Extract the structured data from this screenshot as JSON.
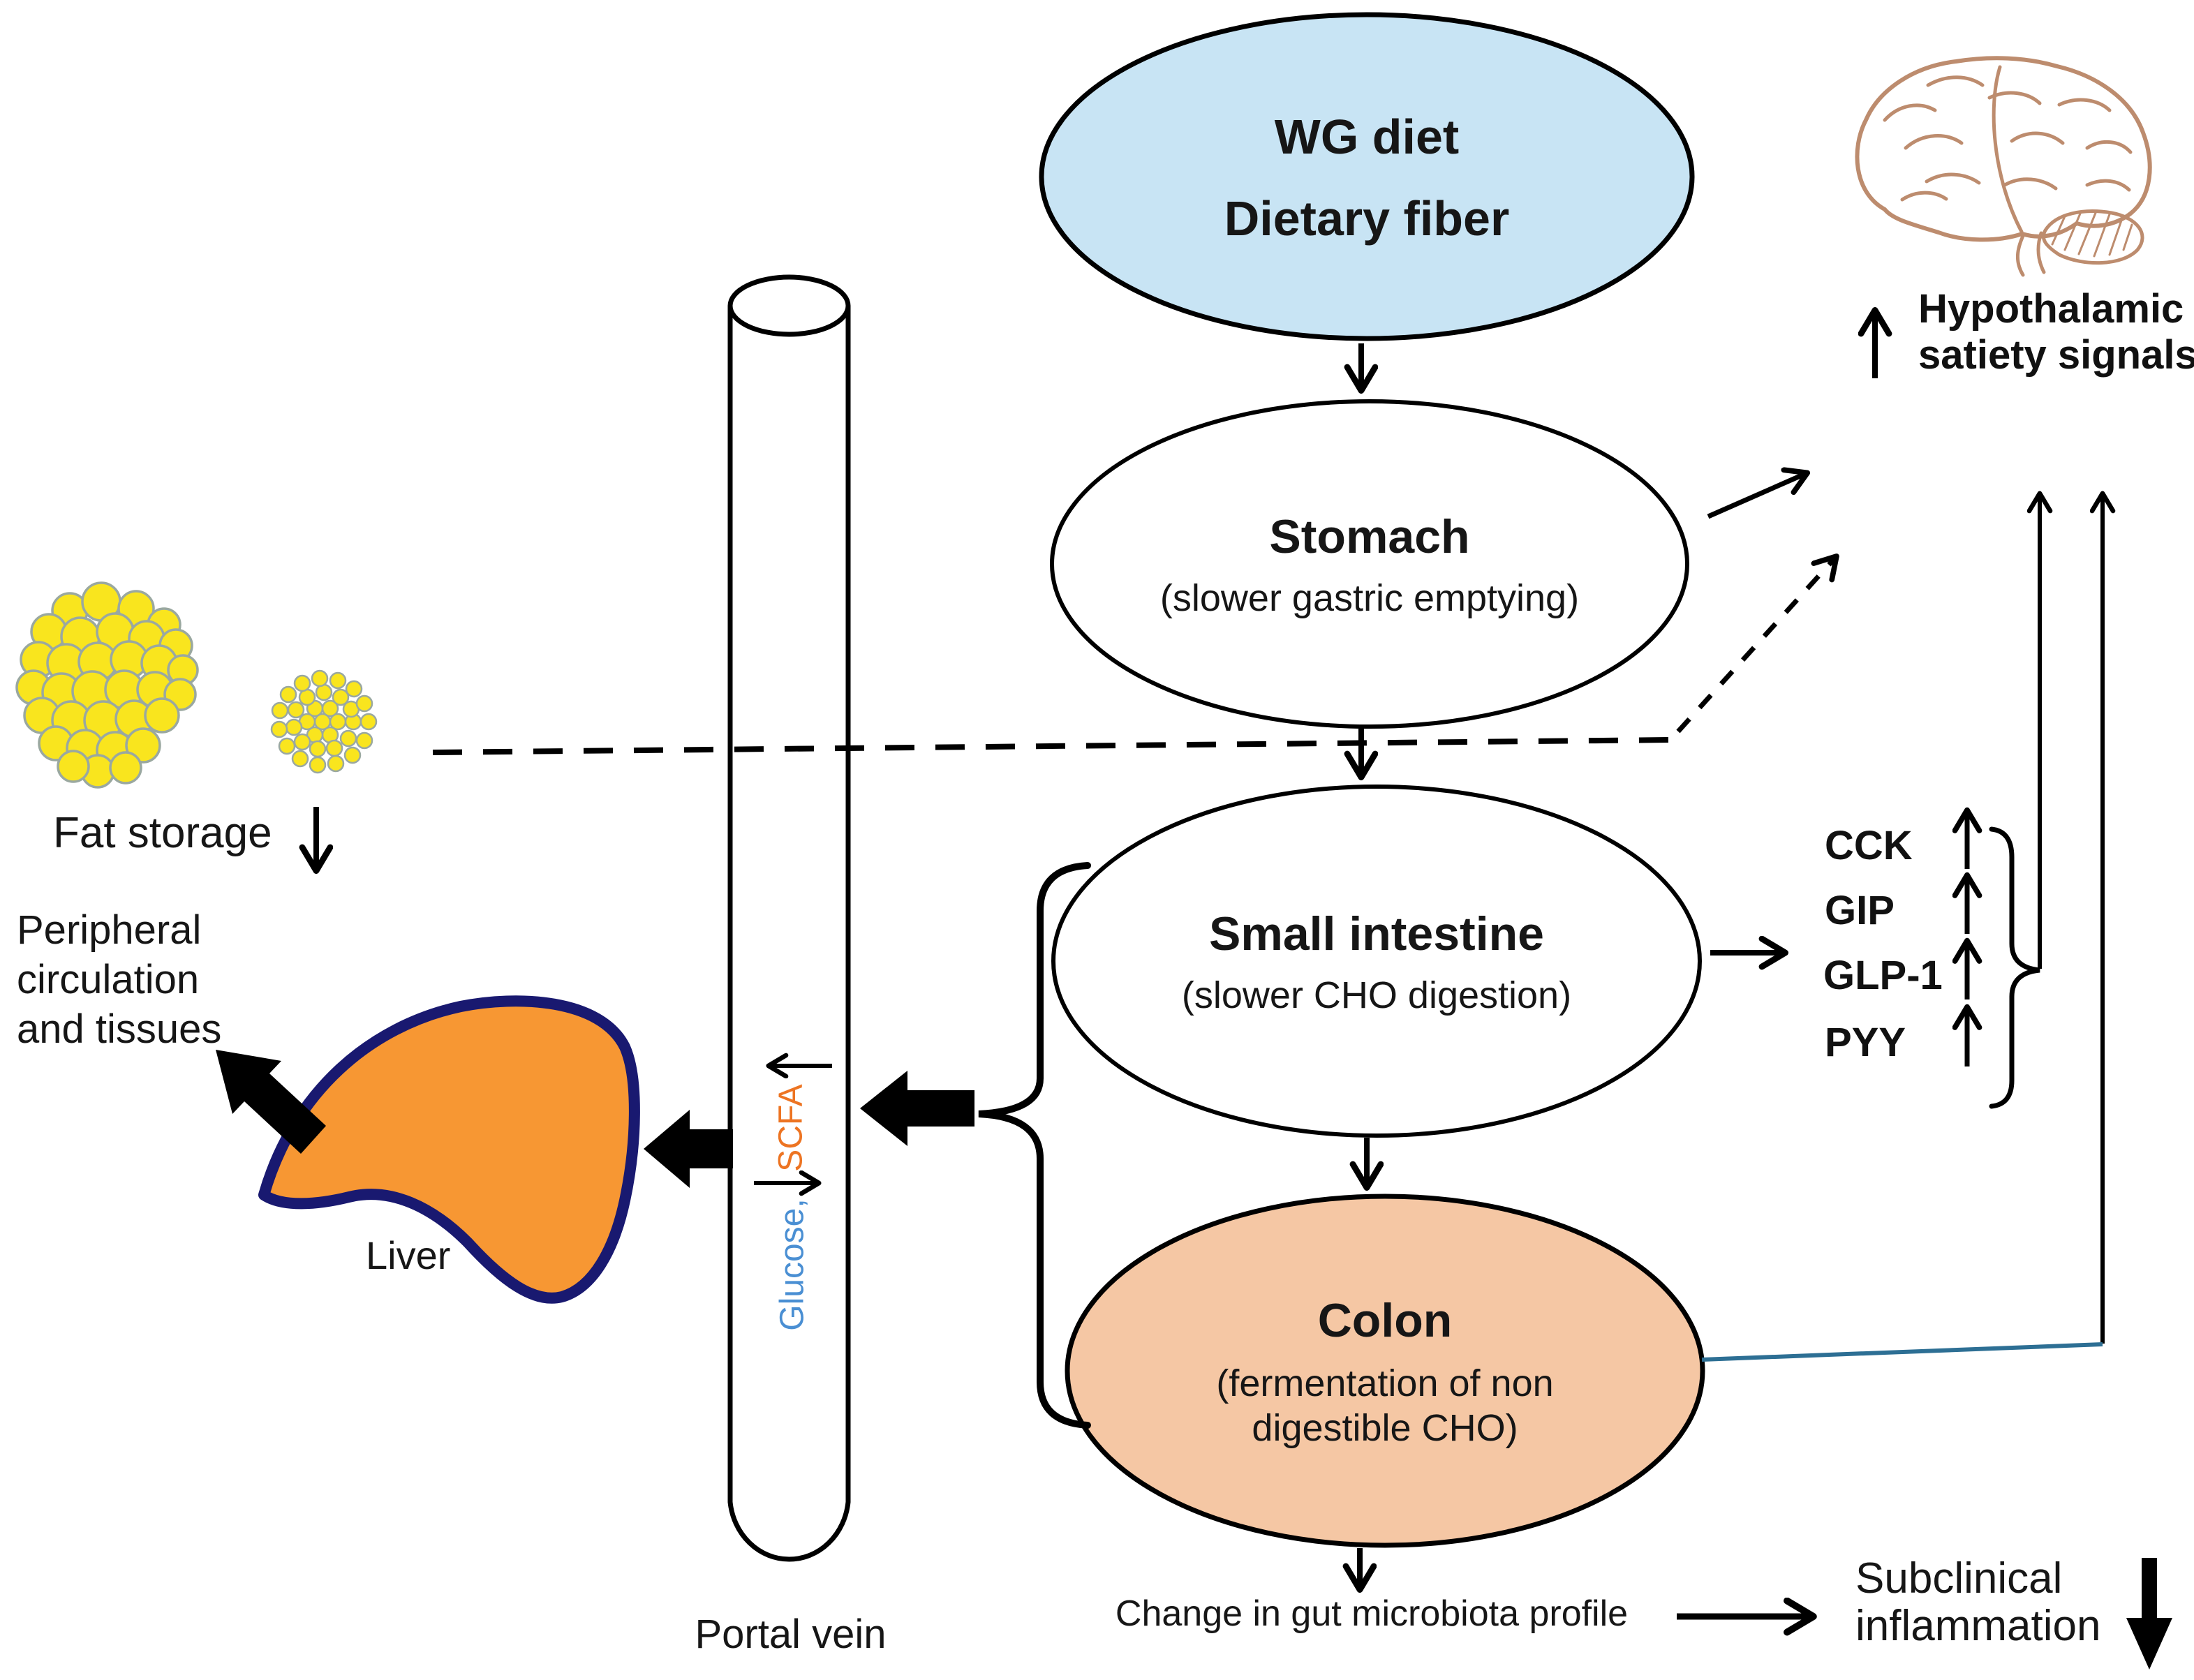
{
  "nodes": {
    "wg": {
      "line1": "WG diet",
      "line2": "Dietary fiber",
      "fill": "#c8e4f4"
    },
    "stomach": {
      "title": "Stomach",
      "subtitle": "(slower gastric emptying)",
      "fill": "#ffffff"
    },
    "small_intestine": {
      "title": "Small intestine",
      "subtitle": "(slower CHO digestion)",
      "fill": "#ffffff"
    },
    "colon": {
      "title": "Colon",
      "subtitle_line1": "(fermentation of non",
      "subtitle_line2": "digestible CHO)",
      "fill": "#f5c7a4"
    }
  },
  "brain": {
    "line1": "Hypothalamic",
    "line2": "satiety signals"
  },
  "hormones": {
    "items": [
      {
        "name": "CCK"
      },
      {
        "name": "GIP"
      },
      {
        "name": "GLP-1"
      },
      {
        "name": "PYY"
      }
    ]
  },
  "left_panel": {
    "fat_storage": "Fat storage",
    "peripheral_line1": "Peripheral",
    "peripheral_line2": "circulation",
    "peripheral_line3": "and tissues",
    "liver": "Liver",
    "portal_vein": "Portal vein",
    "scfa": "SCFA",
    "scfa_color": "#ed7422",
    "glucose": "Glucose,",
    "glucose_color": "#4a8fd3"
  },
  "bottom": {
    "microbiota": "Change in gut microbiota profile",
    "subclinical_line1": "Subclinical",
    "subclinical_line2": "inflammation"
  },
  "colors": {
    "liver_fill": "#f79733",
    "liver_border": "#191970",
    "fat_cell": "#f9e51e",
    "fat_cell_border": "#9aa8a0",
    "brain_line": "#bd8c6e",
    "colon_signal_line": "#2d6f94",
    "arrow": "#000000"
  }
}
